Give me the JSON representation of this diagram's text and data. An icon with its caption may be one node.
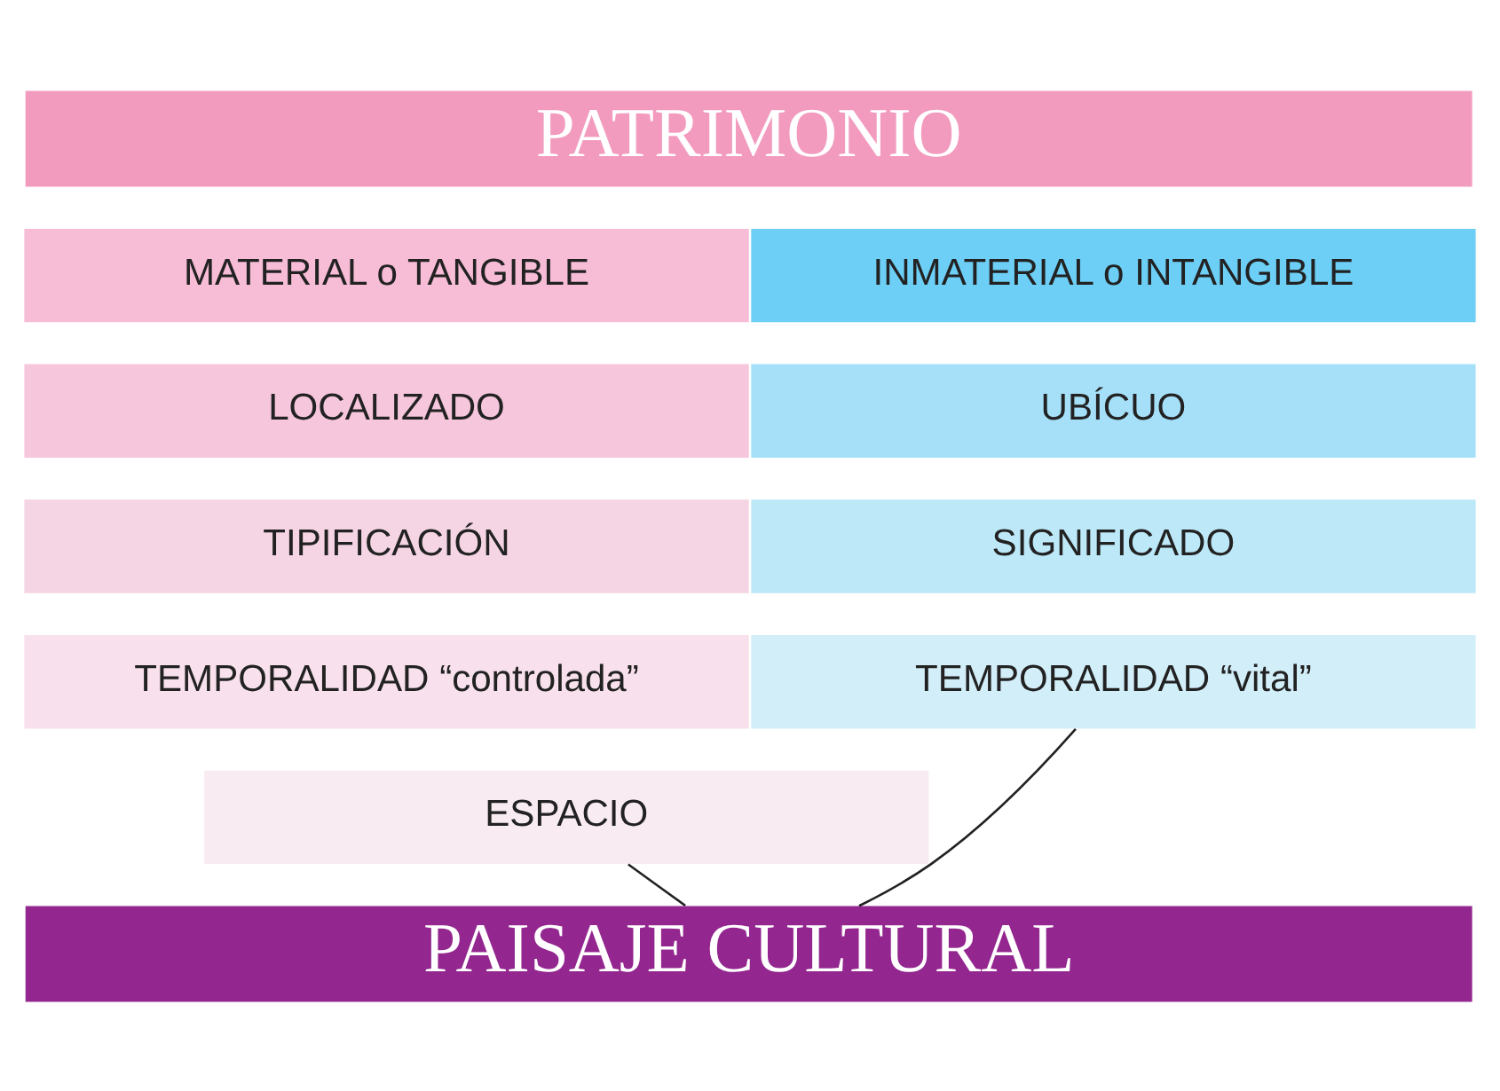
{
  "diagram": {
    "nodes": [
      {
        "text": [
          "PATRIMONIO"
        ]
      },
      {
        "text": [
          "MATERIAL o TANGIBLE"
        ]
      },
      {
        "text": [
          "INMATERIAL o INTANGIBLE"
        ]
      },
      {
        "text": [
          "LOCALIZADO"
        ]
      },
      {
        "text": [
          "UBÍCUO"
        ]
      },
      {
        "text": [
          "TIPIFICACIÓN"
        ]
      },
      {
        "text": [
          "SIGNIFICADO"
        ]
      },
      {
        "text": [
          "TEMPORALIDAD “controlada”"
        ]
      },
      {
        "text": [
          "TEMPORALIDAD “vital”"
        ]
      },
      {
        "text": [
          "ESPACIO"
        ]
      },
      {
        "text": [
          "PAISAJE CULTURAL"
        ]
      }
    ],
    "edges": [
      {
        "from": 9,
        "to": 10,
        "arrow": "none"
      },
      {
        "from": 8,
        "to": 10,
        "arrow": "none"
      }
    ]
  }
}
